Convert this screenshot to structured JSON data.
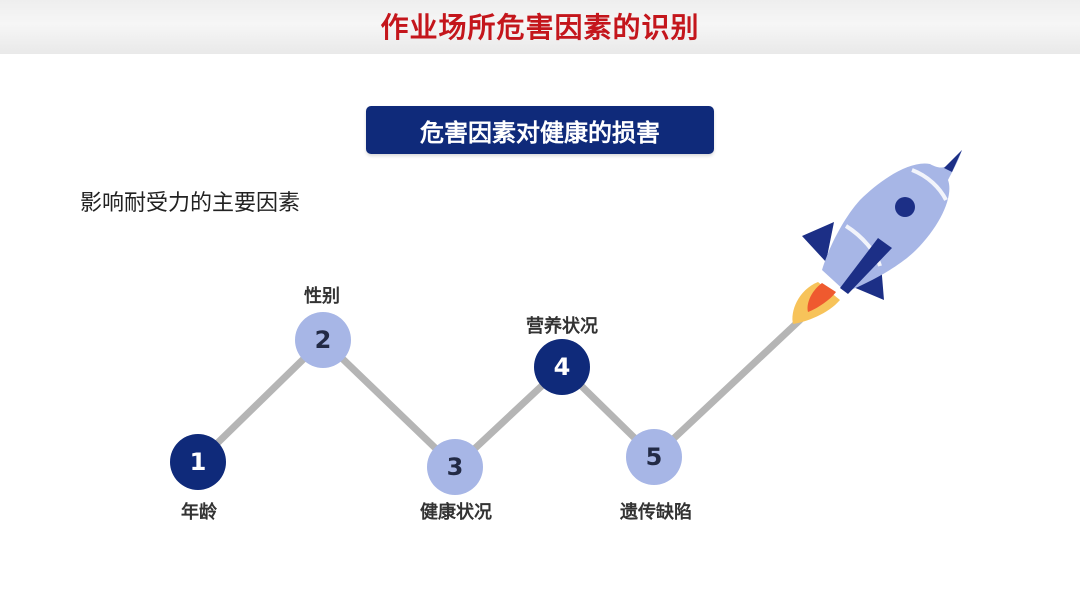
{
  "header": {
    "title": "作业场所危害因素的识别"
  },
  "section": {
    "title": "危害因素对健康的损害"
  },
  "subtitle": "影响耐受力的主要因素",
  "factors": [
    {
      "number": "1",
      "label": "年龄"
    },
    {
      "number": "2",
      "label": "性别"
    },
    {
      "number": "3",
      "label": "健康状况"
    },
    {
      "number": "4",
      "label": "营养状况"
    },
    {
      "number": "5",
      "label": "遗传缺陷"
    }
  ],
  "colors": {
    "title_red": "#c4161c",
    "navy": "#0f2a7a",
    "light_blue": "#a7b6e6",
    "path_gray": "#b5b5b5"
  }
}
